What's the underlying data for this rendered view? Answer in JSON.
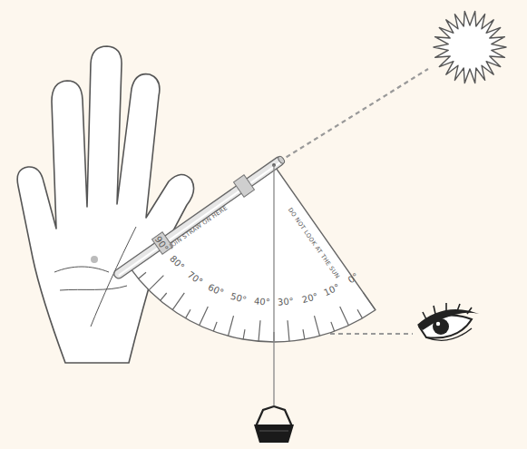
{
  "diagram": {
    "labels": [
      "90°",
      "80°",
      "70°",
      "60°",
      "50°",
      "40°",
      "30°",
      "20°",
      "10°",
      "0°",
      "JOIN STRAW ON HERE",
      "DO NOT LOOK AT THE SUN"
    ]
  }
}
